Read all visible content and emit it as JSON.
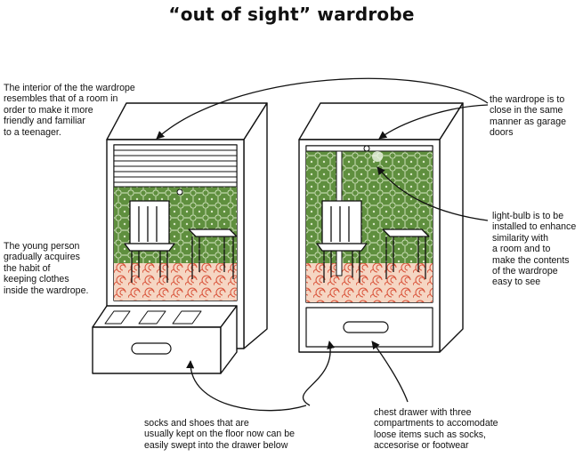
{
  "diagram": {
    "title": "“out of sight” wardrobe",
    "notes": {
      "interior": "The interior of the the wardrope\nresembles that of a room in\norder to make it more\nfriendly and familiar\nto a teenager.",
      "habit": "The young person\ngradually acquires\nthe habit of\nkeeping clothes\ninside the wardrope.",
      "garage": "the wardrope is to\nclose in the same\nmanner as garage\ndoors",
      "bulb": " light-bulb is to be\ninstalled to enhance\nsimilarity with\na room and to\nmake the contents\n of the wardrope\neasy to see",
      "shoes": "socks and shoes that are\nusually kept on the floor now can be\neasily swept into the drawer below",
      "drawer": "chest drawer with three\ncompartments to accomodate\nloose items such as socks,\naccesorise or footwear"
    },
    "colors": {
      "wallpaper": "#5f8f3e",
      "rug": "#f3c1a2",
      "rug_swirl": "#d9533a",
      "outline": "#111111"
    }
  }
}
